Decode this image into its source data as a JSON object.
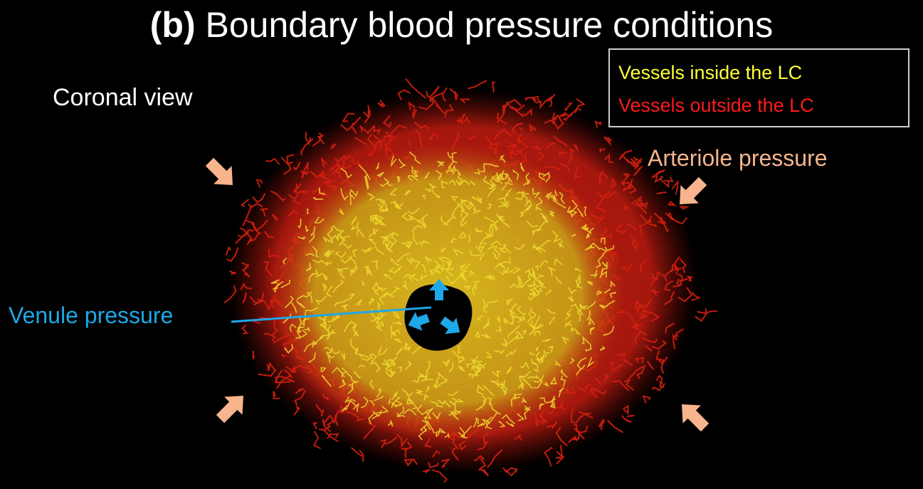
{
  "title": {
    "panel_label": "(b)",
    "text": "Boundary blood pressure conditions"
  },
  "legend": {
    "inside_label": "Vessels inside the LC",
    "outside_label": "Vessels outside the LC",
    "inside_color": "#ffff33",
    "outside_color": "#ff1a1a"
  },
  "view_label": "Coronal view",
  "arteriole_label": "Arteriole pressure",
  "venule_label": "Venule pressure",
  "colors": {
    "arteriole_arrow": "#f8b48c",
    "venule_arrow": "#1ea8e8",
    "vessel_outer": "#c81a10",
    "vessel_inner": "#e8d020"
  }
}
